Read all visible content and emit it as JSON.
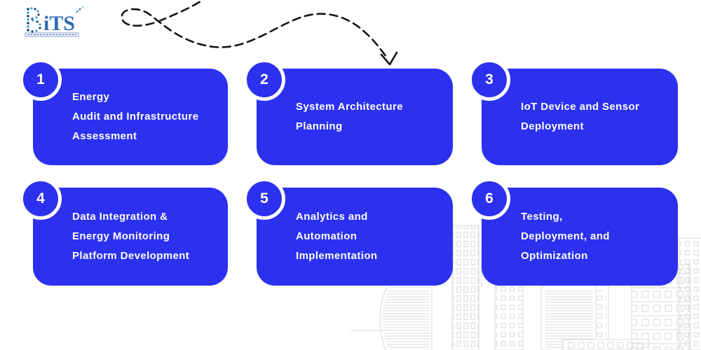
{
  "colors": {
    "accent": "#2b31ef",
    "arrow": "#141414",
    "cityline": "#d6d9de",
    "logoblue": "#2f6db2",
    "logonavy": "#1d3f77",
    "logoteal": "#38a3cd"
  },
  "logo": {
    "text": "BiTS",
    "text_suffix": "iTS"
  },
  "steps": [
    {
      "number": "1",
      "title": "Energy\nAudit and Infrastructure\nAssessment"
    },
    {
      "number": "2",
      "title": "System Architecture\nPlanning"
    },
    {
      "number": "3",
      "title": "IoT Device and Sensor\nDeployment"
    },
    {
      "number": "4",
      "title": "Data Integration &\nEnergy Monitoring\nPlatform Development"
    },
    {
      "number": "5",
      "title": "Analytics and\nAutomation\nImplementation"
    },
    {
      "number": "6",
      "title": "Testing,\nDeployment, and\nOptimization"
    }
  ]
}
